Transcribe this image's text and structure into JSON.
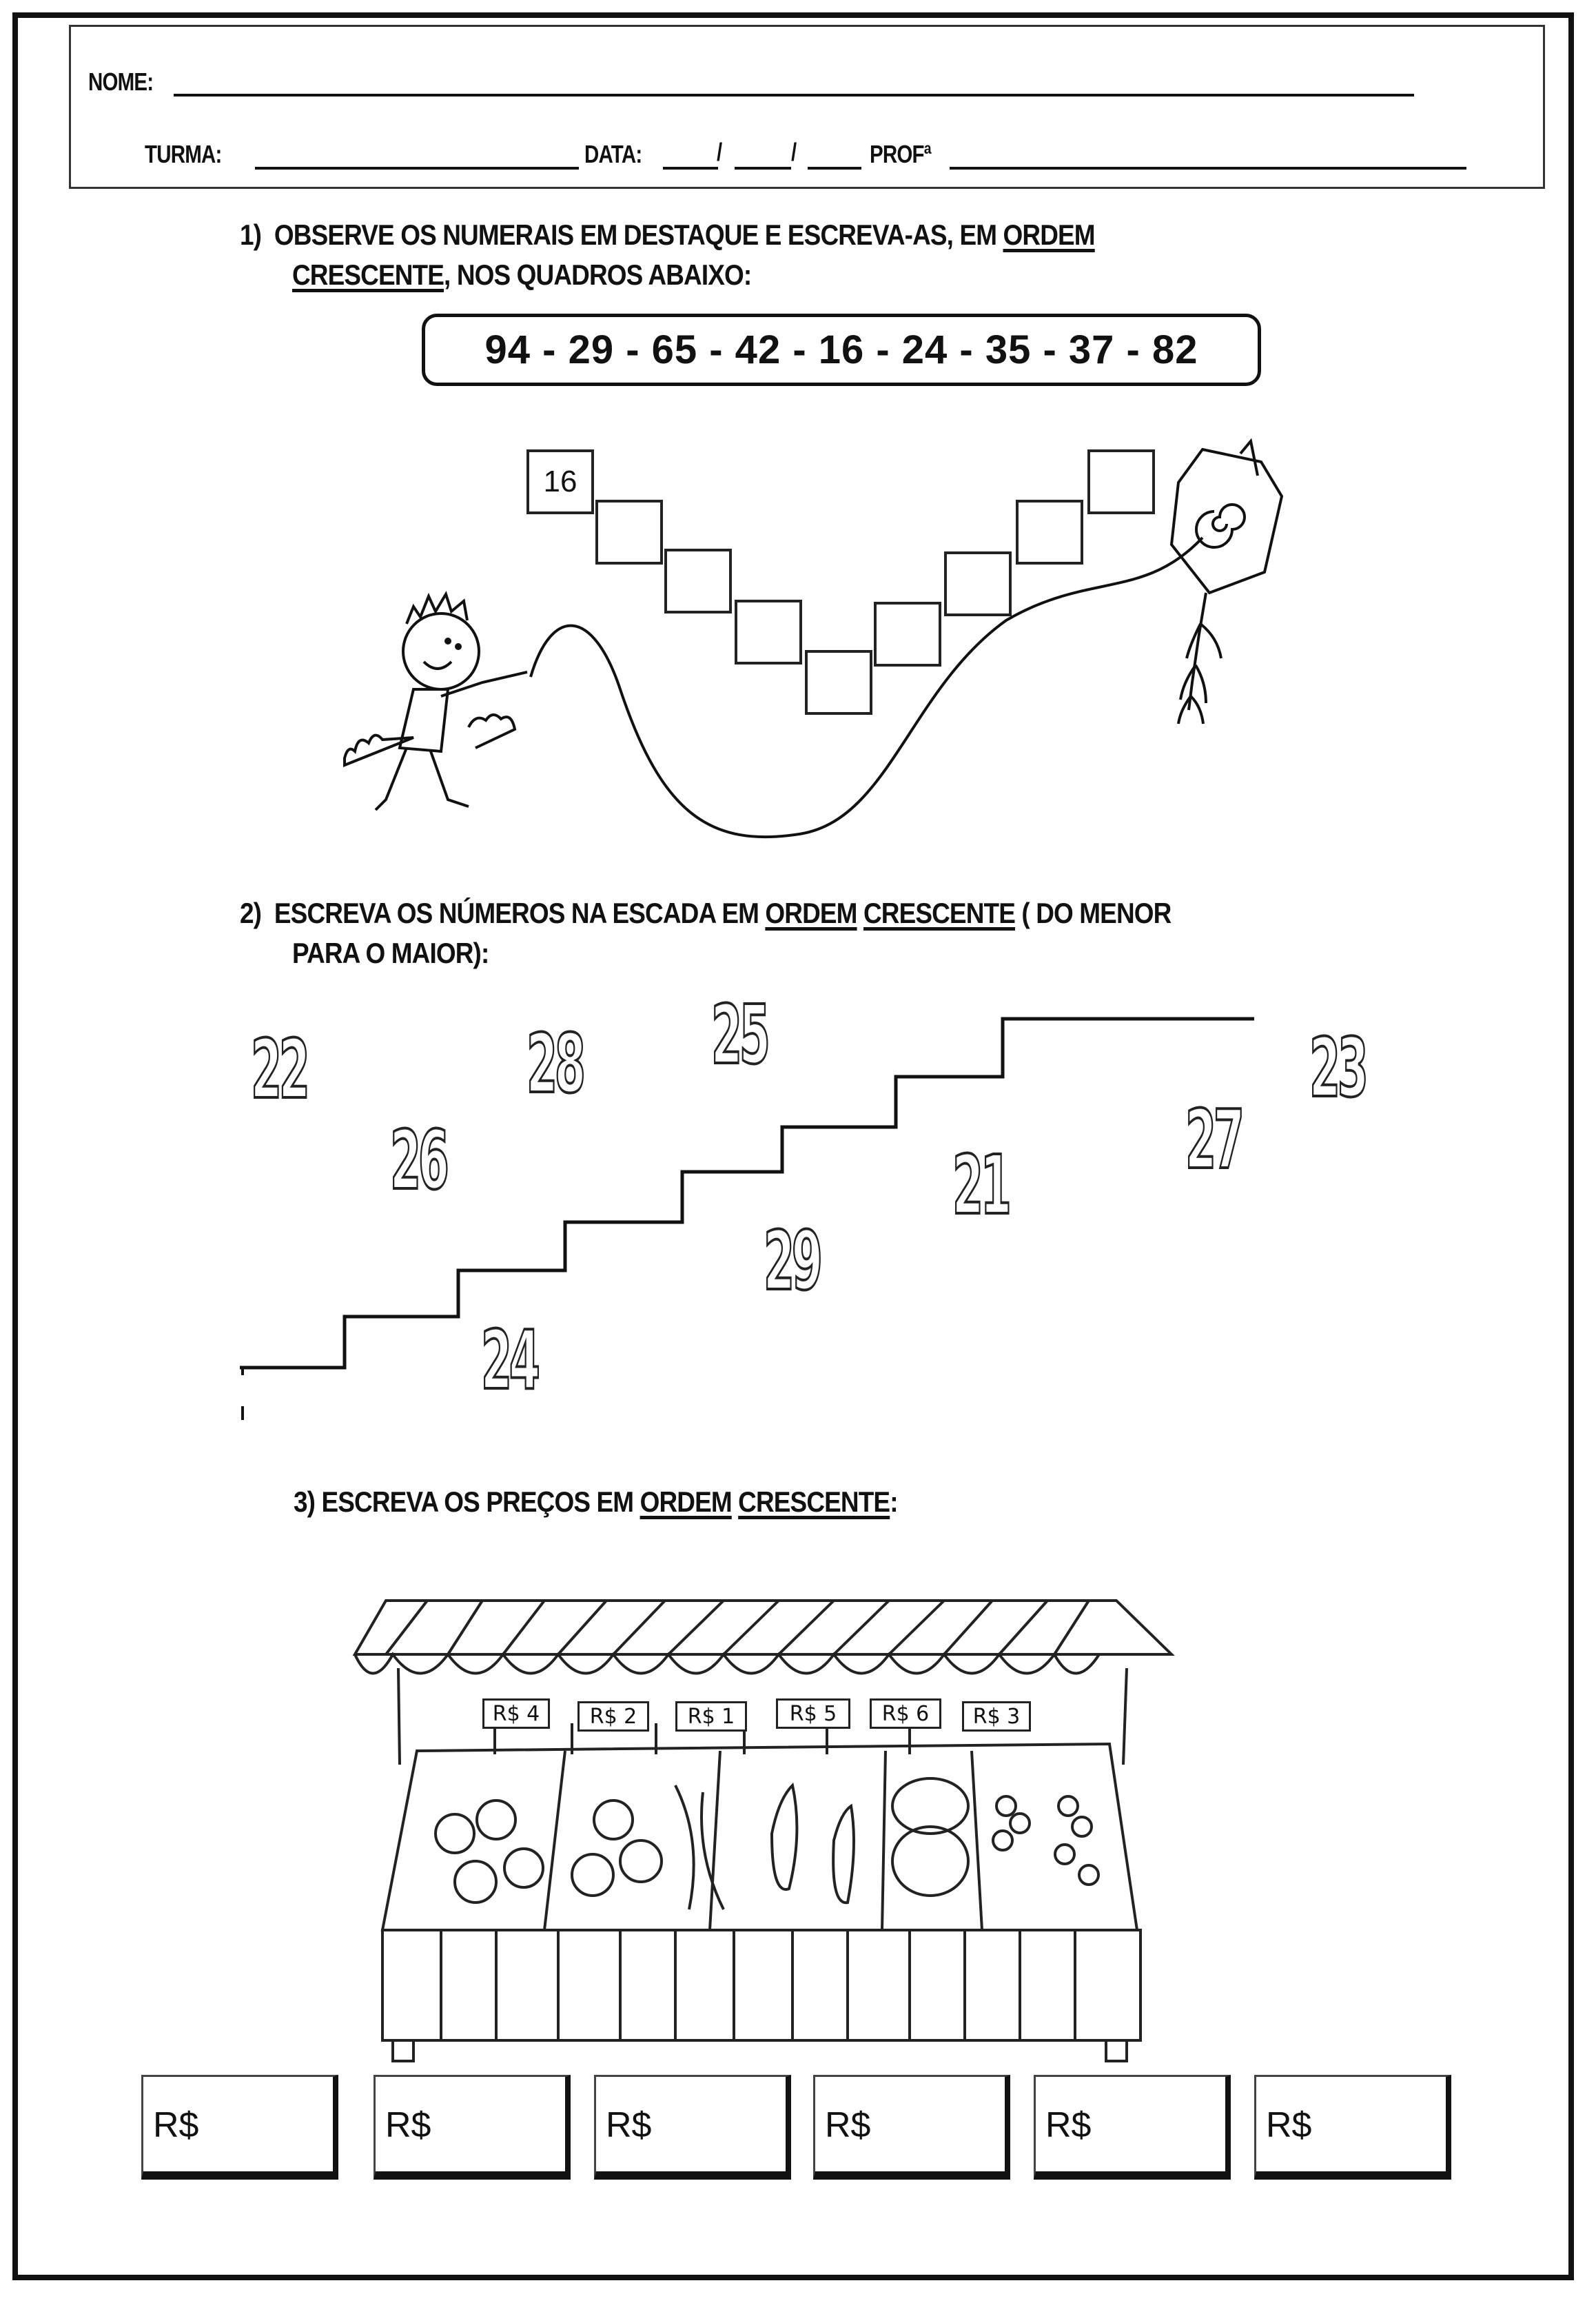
{
  "header": {
    "name_label": "NOME:",
    "class_label": "TURMA:",
    "date_label": "DATA:",
    "date_separators": [
      "/",
      "/"
    ],
    "teacher_label": "PROFª"
  },
  "question1": {
    "number": "1)",
    "line1_prefix": "OBSERVE OS NUMERAIS EM DESTAQUE E ESCREVA-AS, EM ",
    "line1_underlined": "ORDEM",
    "line2_underlined": "CRESCENTE",
    "line2_suffix": ", NOS QUADROS ABAIXO:",
    "numbers_display": "94 - 29 - 65 - 42 - 16 - 24 - 35 - 37 - 82",
    "numbers": [
      94,
      29,
      65,
      42,
      16,
      24,
      35,
      37,
      82
    ],
    "kite_boxes": [
      {
        "value": "16"
      },
      {
        "value": ""
      },
      {
        "value": ""
      },
      {
        "value": ""
      },
      {
        "value": ""
      },
      {
        "value": ""
      },
      {
        "value": ""
      },
      {
        "value": ""
      },
      {
        "value": ""
      }
    ],
    "illustration": "boy flying a kite"
  },
  "question2": {
    "number": "2)",
    "line1_prefix": "ESCREVA OS NÚMEROS NA ESCADA  EM ",
    "underlined1": "ORDEM",
    "underlined2": "CRESCENTE",
    "line1_suffix": " ( DO MENOR",
    "line2": "PARA O MAIOR):",
    "scattered_numbers": [
      {
        "value": "22"
      },
      {
        "value": "26"
      },
      {
        "value": "28"
      },
      {
        "value": "25"
      },
      {
        "value": "24"
      },
      {
        "value": "29"
      },
      {
        "value": "21"
      },
      {
        "value": "27"
      },
      {
        "value": "23"
      }
    ]
  },
  "question3": {
    "prefix": "3) ESCREVA  OS  PREÇOS  EM ",
    "underlined1": "ORDEM",
    "underlined2": "CRESCENTE",
    "suffix": ":",
    "stall_prices": [
      "R$ 4",
      "R$ 2",
      "R$ 1",
      "R$ 5",
      "R$ 6",
      "R$ 3"
    ],
    "illustration": "fruit market stall",
    "answer_boxes": [
      {
        "label": "R$",
        "value": ""
      },
      {
        "label": "R$",
        "value": ""
      },
      {
        "label": "R$",
        "value": ""
      },
      {
        "label": "R$",
        "value": ""
      },
      {
        "label": "R$",
        "value": ""
      },
      {
        "label": "R$",
        "value": ""
      }
    ]
  }
}
